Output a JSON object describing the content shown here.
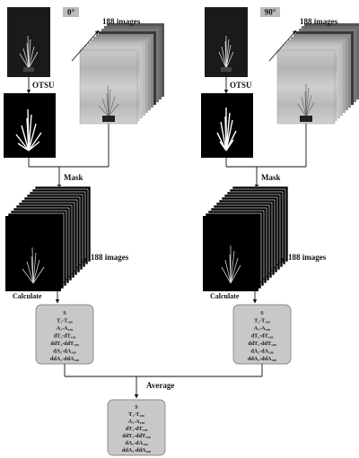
{
  "panels": [
    {
      "angle": "0°",
      "otsu": "OTSU",
      "stack_count": "188 images",
      "mask": "Mask",
      "calculate": "Calculate",
      "features": [
        "S",
        "T₁-T₁₈₈",
        "A₁-A₁₈₈",
        "dT₁-dT₁₈₈",
        "ddT₁-ddT₁₈₈",
        "dA₁-dA₁₈₈",
        "ddA₁-ddA₁₈₈"
      ]
    },
    {
      "angle": "90°",
      "otsu": "OTSU",
      "stack_count": "188 images",
      "mask": "Mask",
      "calculate": "Calculate",
      "features": [
        "S",
        "T₁-T₁₈₈",
        "A₁-A₁₈₈",
        "dT₁-dT₁₈₈",
        "ddT₁-ddT₁₈₈",
        "dA₁-dA₁₈₈",
        "ddA₁-ddA₁₈₈"
      ]
    }
  ],
  "average": {
    "label": "Average",
    "features": [
      "S",
      "T₁-T₁₈₈",
      "A₁-A₁₈₈",
      "dT₁-dT₁₈₈",
      "ddT₁-ddT₁₈₈",
      "dA₁-dA₁₈₈",
      "ddA₁-ddA₁₈₈"
    ]
  },
  "colors": {
    "image_bg": "#000000",
    "plant_white": "#ffffff",
    "feature_box_fill": "#c8c8c8",
    "feature_box_stroke": "#6e6e6e",
    "angle_tag_fill": "#bcbcbc",
    "line": "#111111"
  },
  "icons": {
    "arrowhead": "arrowhead-icon",
    "plant": "plant-icon",
    "pot": "pot-icon"
  }
}
